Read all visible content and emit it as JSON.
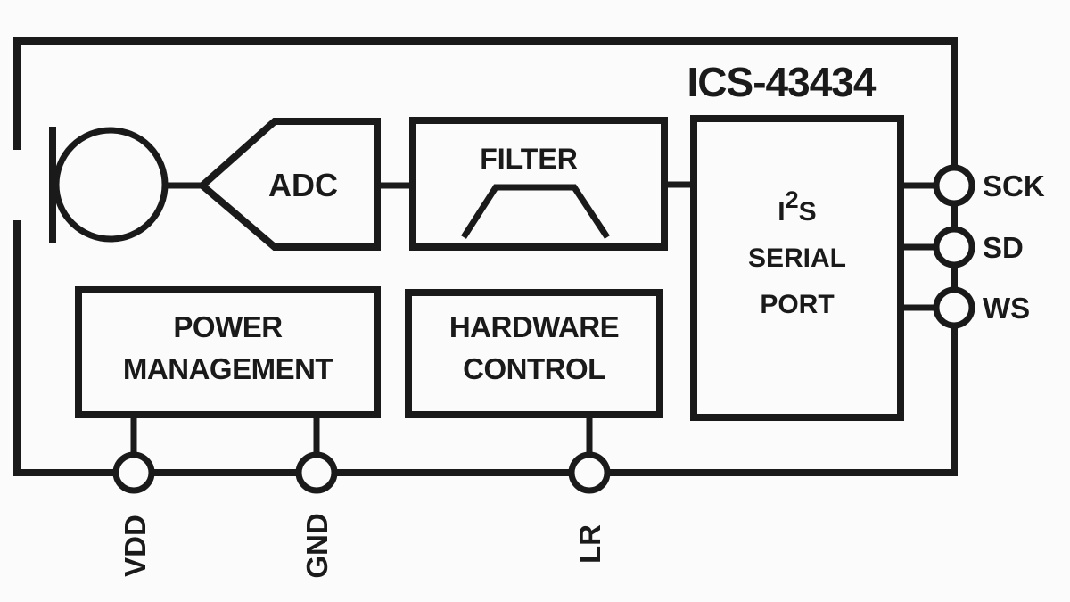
{
  "title": "ICS-43434",
  "colors": {
    "ink": "#1a1a1a",
    "background": "#fbfbfb"
  },
  "blocks": {
    "adc": {
      "label": "ADC"
    },
    "filter": {
      "label": "FILTER",
      "icon": "bandpass-filter-icon"
    },
    "i2s": {
      "line1_base": "I",
      "line1_sup": "2",
      "line1_rest": "S",
      "line2": "SERIAL",
      "line3": "PORT"
    },
    "power_management": {
      "line1": "POWER",
      "line2": "MANAGEMENT"
    },
    "hardware_control": {
      "line1": "HARDWARE",
      "line2": "CONTROL"
    }
  },
  "pins": {
    "right": [
      {
        "label": "SCK"
      },
      {
        "label": "SD"
      },
      {
        "label": "WS"
      }
    ],
    "bottom": [
      {
        "label": "VDD"
      },
      {
        "label": "GND"
      },
      {
        "label": "LR"
      }
    ]
  },
  "icons": {
    "microphone": "microphone-icon",
    "bandpass_filter": "bandpass-filter-icon"
  }
}
